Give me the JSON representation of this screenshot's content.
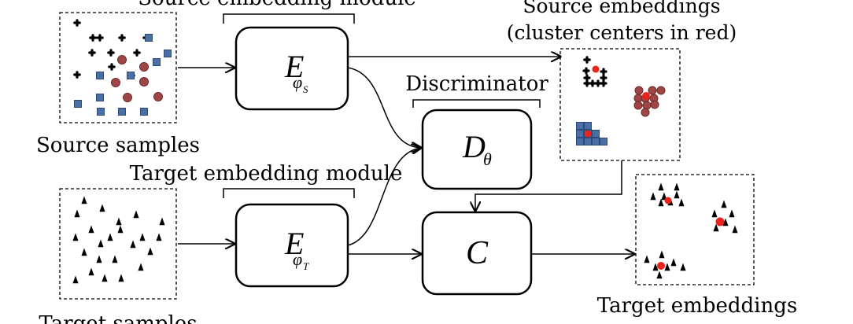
{
  "labels": {
    "source_module": "Source embedding module",
    "target_module": "Target embedding module",
    "discriminator": "Discriminator",
    "source_samples": "Source samples",
    "target_samples": "Target samples",
    "source_embeddings_line1": "Source embeddings",
    "source_embeddings_line2": "(cluster centers in red)",
    "target_embeddings": "Target embeddings"
  },
  "blocks": {
    "source_encoder": {
      "main": "E",
      "sub": "φ",
      "subsub": "S"
    },
    "target_encoder": {
      "main": "E",
      "sub": "φ",
      "subsub": "T"
    },
    "discriminator": {
      "main": "D",
      "sub": "θ"
    },
    "classifier": {
      "main": "C"
    }
  },
  "colors": {
    "stroke": "#000000",
    "source_square": "#4a6fa5",
    "source_square_edge": "#2b4a78",
    "source_circle": "#a04545",
    "source_circle_edge": "#6e2a2a",
    "cluster_center": "#e8241c"
  },
  "icons": {
    "source_point_black": "plus-cross",
    "source_point_blue": "square",
    "source_point_red": "circle",
    "target_point": "triangle"
  }
}
